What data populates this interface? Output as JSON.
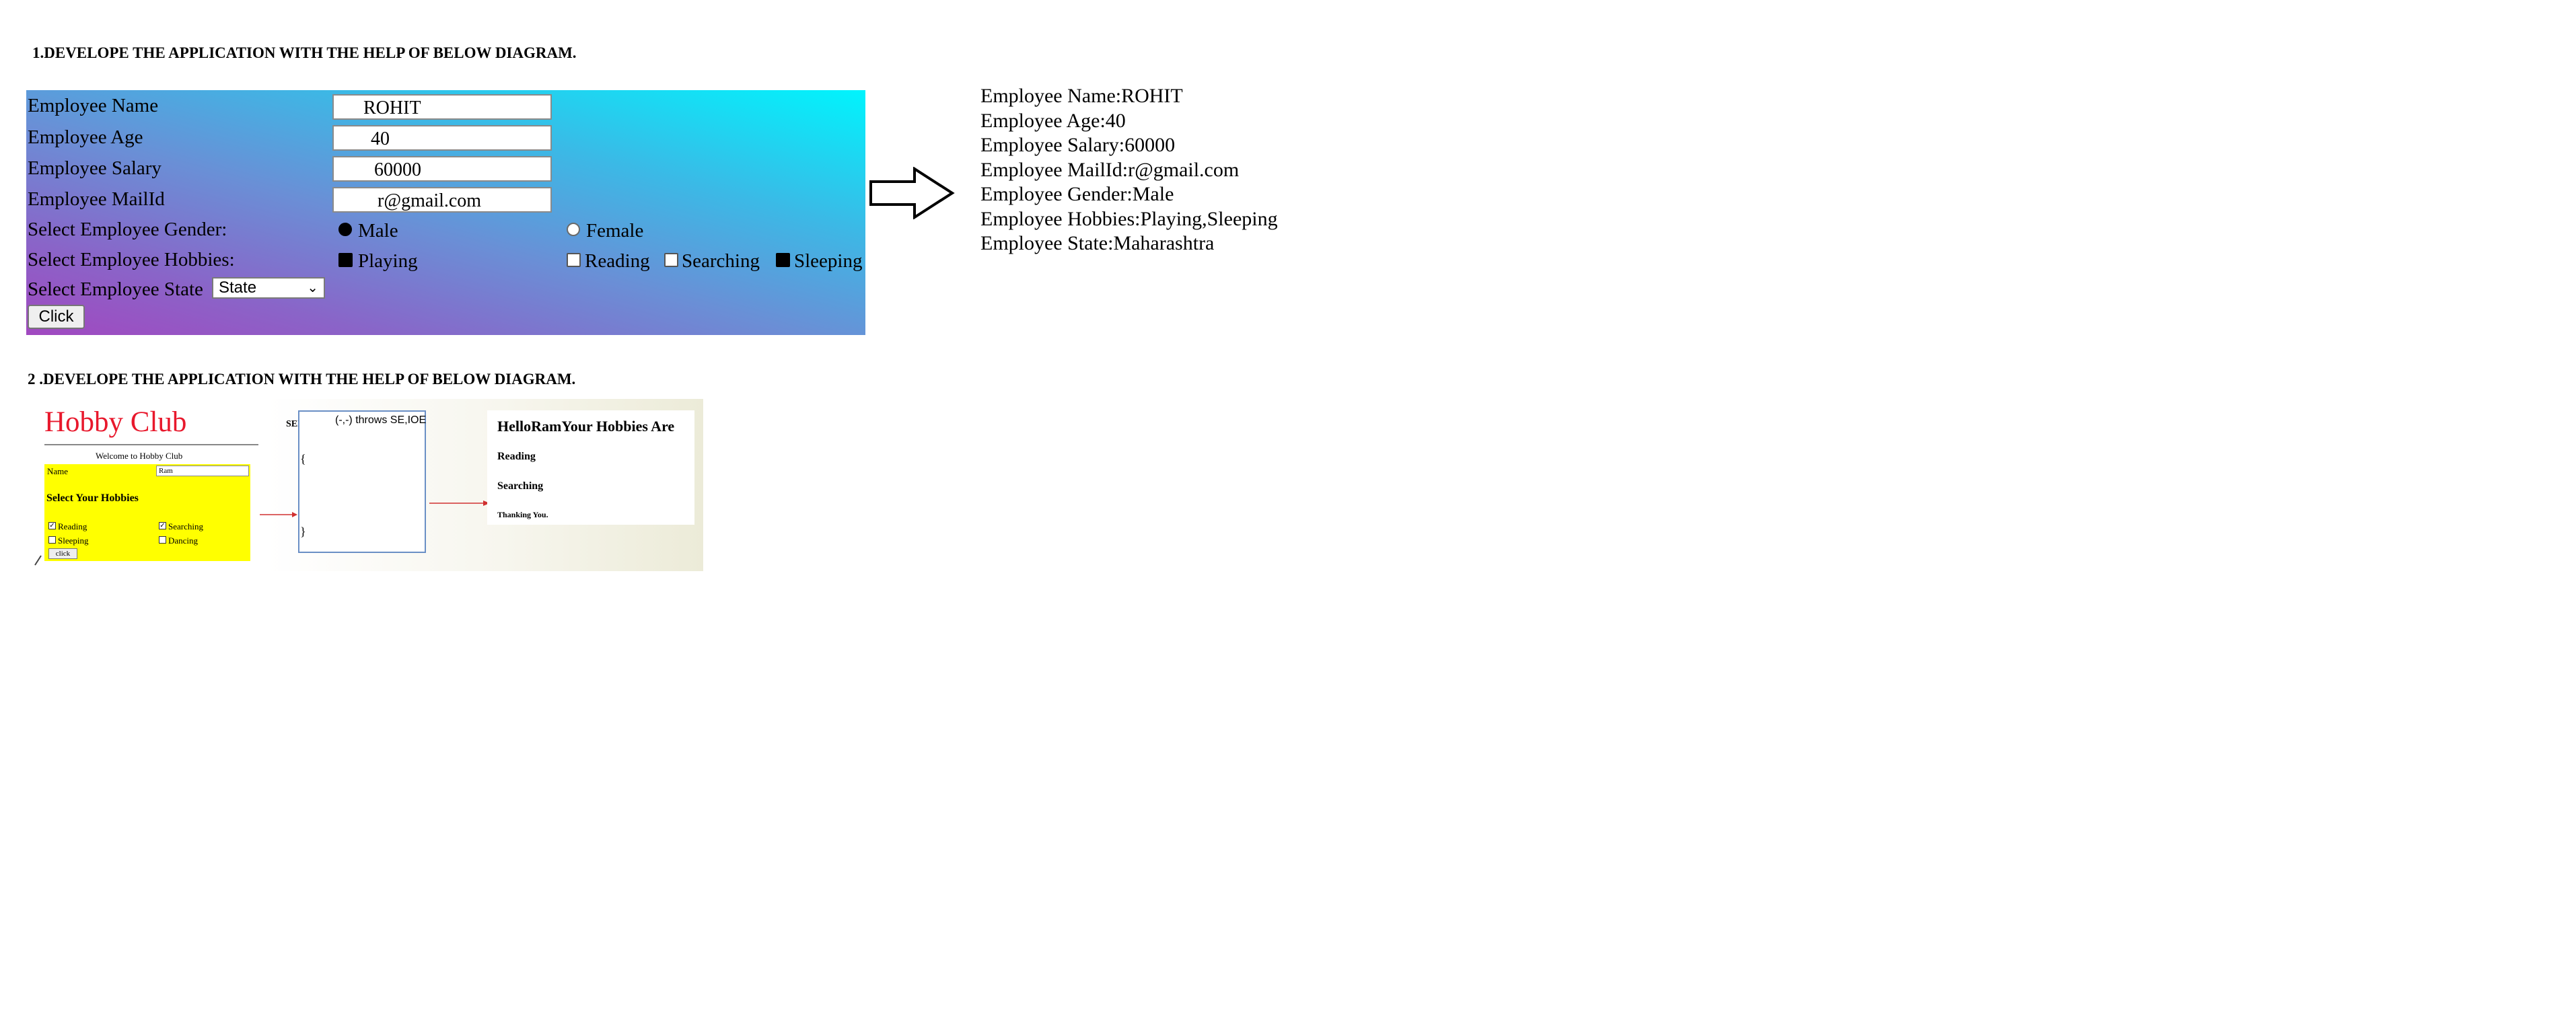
{
  "q1": {
    "heading": "1.DEVELOPE THE APPLICATION WITH THE HELP OF BELOW DIAGRAM.",
    "form": {
      "name_label": "Employee Name",
      "name_value": "ROHIT",
      "age_label": "Employee Age",
      "age_value": "40",
      "salary_label": "Employee Salary",
      "salary_value": "60000",
      "mail_label": "Employee MailId",
      "mail_value": "r@gmail.com",
      "gender_label": "Select Employee Gender:",
      "gender_options": [
        "Male",
        "Female"
      ],
      "gender_selected": "Male",
      "hobbies_label": "Select Employee Hobbies:",
      "hobby_options": [
        "Playing",
        "Reading",
        "Searching",
        "Sleeping"
      ],
      "hobbies_checked": [
        "Playing",
        "Sleeping"
      ],
      "state_label": "Select Employee State",
      "state_value": "State",
      "button_label": "Click"
    },
    "result": [
      "Employee Name:ROHIT",
      "Employee Age:40",
      "Employee Salary:60000",
      "Employee MailId:r@gmail.com",
      "Employee Gender:Male",
      "Employee Hobbies:Playing,Sleeping",
      "Employee State:Maharashtra"
    ]
  },
  "q2": {
    "heading": "2 .DEVELOPE THE APPLICATION WITH THE HELP OF BELOW DIAGRAM.",
    "hobby_club": {
      "title": "Hobby Club",
      "welcome": "Welcome to Hobby Club",
      "name_label": "Name",
      "name_value": "Ram",
      "select_label": "Select Your Hobbies",
      "options": [
        "Reading",
        "Searching",
        "Sleeping",
        "Dancing"
      ],
      "checked": [
        "Reading",
        "Searching"
      ],
      "button_label": "click"
    },
    "service": {
      "label": "SERVICE",
      "signature": "(-,-) throws SE,IOE",
      "brace": "{",
      "brace_close": "}"
    },
    "output": {
      "line1": "HelloRamYour Hobbies Are",
      "line2": "Reading",
      "line3": "Searching",
      "line4": "Thanking You."
    }
  },
  "colors": {
    "gradient_start": "#00f4fd",
    "gradient_end": "#a148c0",
    "hobby_club_title": "#e8182c",
    "hobby_club_panel": "#ffff00",
    "arrow_red": "#d03030"
  }
}
